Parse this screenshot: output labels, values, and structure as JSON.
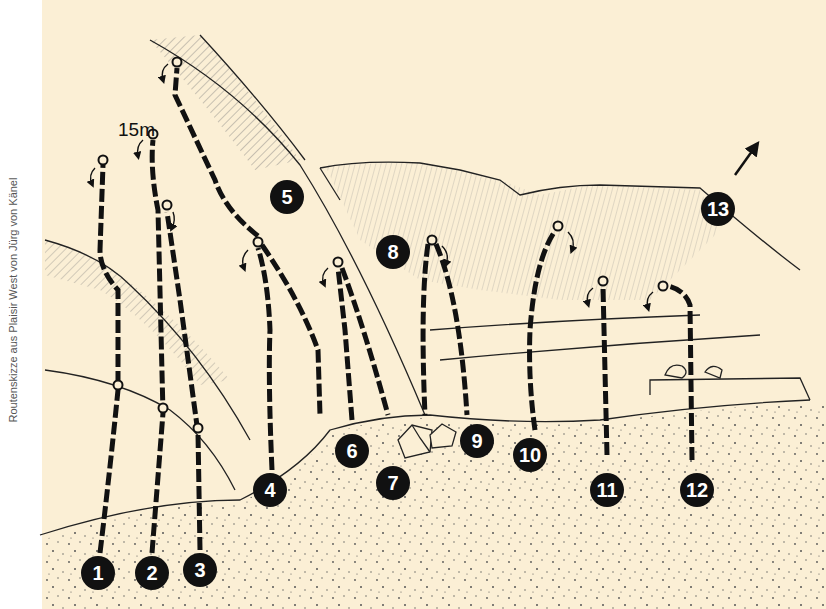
{
  "diagram": {
    "nodes": [
      {
        "text": [
          "1"
        ]
      },
      {
        "text": [
          "2"
        ]
      },
      {
        "text": [
          "3"
        ]
      },
      {
        "text": [
          "4"
        ]
      },
      {
        "text": [
          "5"
        ]
      },
      {
        "text": [
          "6"
        ]
      },
      {
        "text": [
          "7"
        ]
      },
      {
        "text": [
          "8"
        ]
      },
      {
        "text": [
          "9"
        ]
      },
      {
        "text": [
          "10"
        ]
      },
      {
        "text": [
          "11"
        ]
      },
      {
        "text": [
          "12"
        ]
      },
      {
        "text": [
          "13"
        ]
      }
    ],
    "labels": [
      "15m",
      "Routenskizze aus Plaisir West von Jürg von Känel"
    ]
  }
}
